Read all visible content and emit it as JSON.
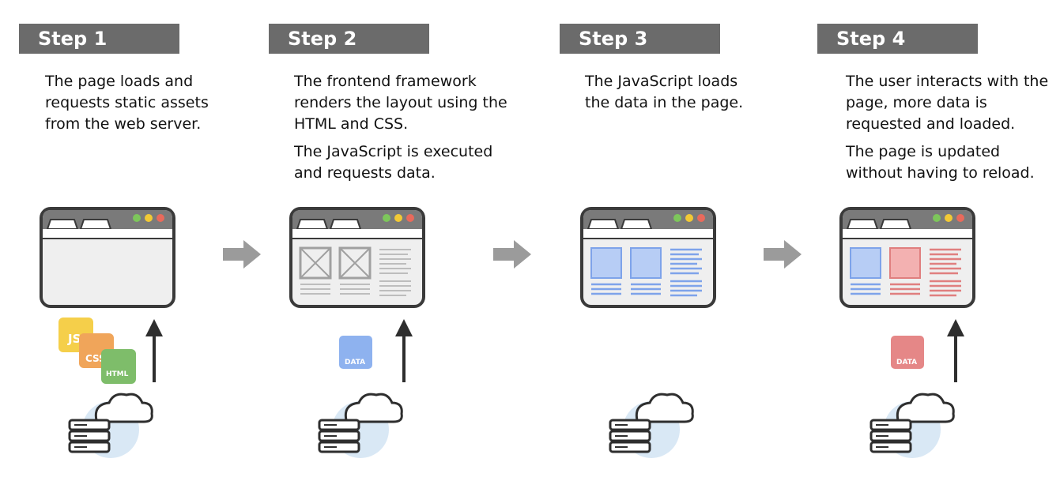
{
  "steps": [
    {
      "title": "Step 1",
      "paragraphs": [
        "The page loads and requests static assets from the web server."
      ],
      "assets": [
        "JS",
        "CSS",
        "HTML"
      ]
    },
    {
      "title": "Step 2",
      "paragraphs": [
        "The frontend framework renders the layout using the HTML and CSS.",
        "The JavaScript is executed and requests data."
      ],
      "assets": [
        "DATA"
      ]
    },
    {
      "title": "Step 3",
      "paragraphs": [
        "The JavaScript loads the data in the page."
      ],
      "assets": []
    },
    {
      "title": "Step 4",
      "paragraphs": [
        "The user interacts with the page, more data is requested and loaded.",
        "The page is updated without having to reload."
      ],
      "assets": [
        "DATA"
      ]
    }
  ],
  "colors": {
    "header_bg": "#6b6b6b",
    "window_frame": "#3a3a3a",
    "window_chrome": "#7a7a7a",
    "light_red": "#e86a5c",
    "light_yellow": "#f2c935",
    "light_green": "#7dc65b",
    "js": "#f5cf4a",
    "css": "#f0a55a",
    "html": "#7ebd6a",
    "data_blue": "#8eb2ef",
    "data_red": "#e58787",
    "cloud_bg": "#d9e8f5",
    "arrow_gray": "#9b9b9b"
  },
  "icons": [
    "browser-window-icon",
    "server-cloud-icon",
    "upload-arrow-icon",
    "next-step-arrow-icon"
  ]
}
